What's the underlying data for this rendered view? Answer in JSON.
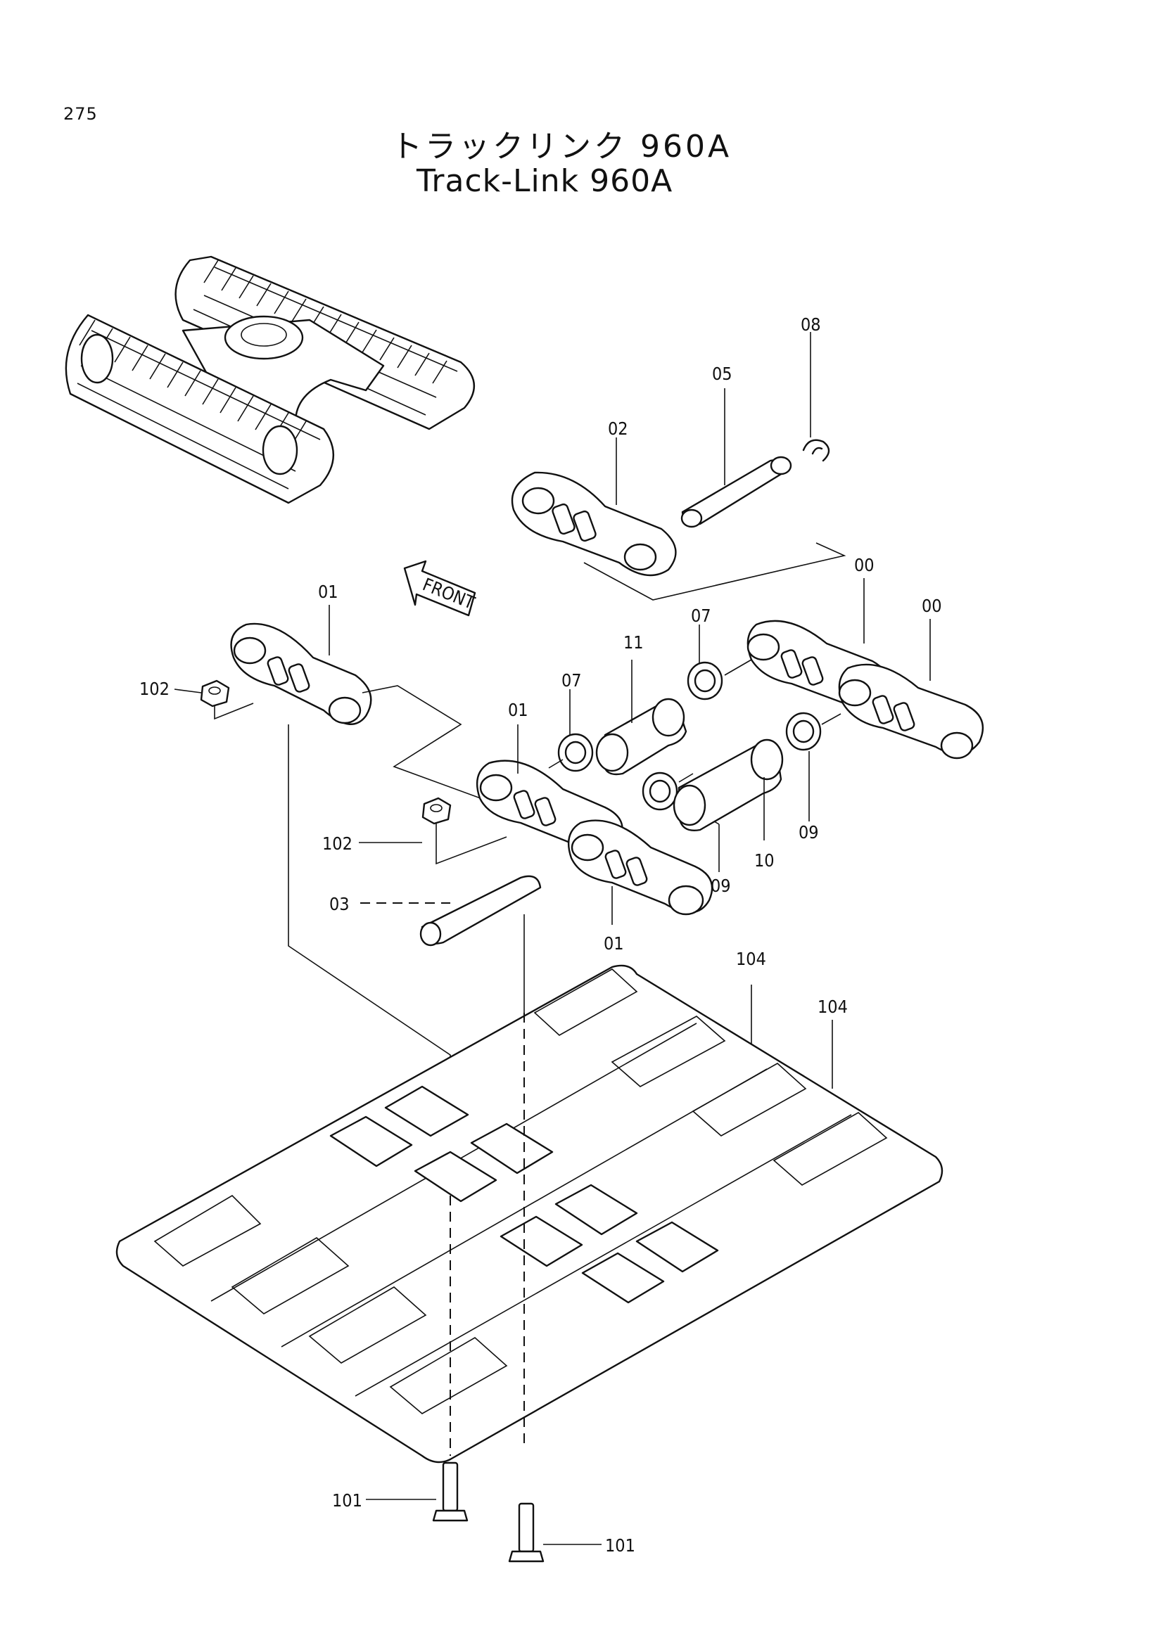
{
  "page_number": "275",
  "title_jp": "トラックリンク 960A",
  "title_en": "Track-Link 960A",
  "front_arrow": "FRONT",
  "callouts": {
    "c08": "08",
    "c05": "05",
    "c02": "02",
    "c00a": "00",
    "c00b": "00",
    "c01a": "01",
    "c01b": "01",
    "c01c": "01",
    "c07a": "07",
    "c07b": "07",
    "c11": "11",
    "c102a": "102",
    "c102b": "102",
    "c03": "03",
    "c09a": "09",
    "c09b": "09",
    "c10": "10",
    "c104a": "104",
    "c104b": "104",
    "c101a": "101",
    "c101b": "101"
  }
}
